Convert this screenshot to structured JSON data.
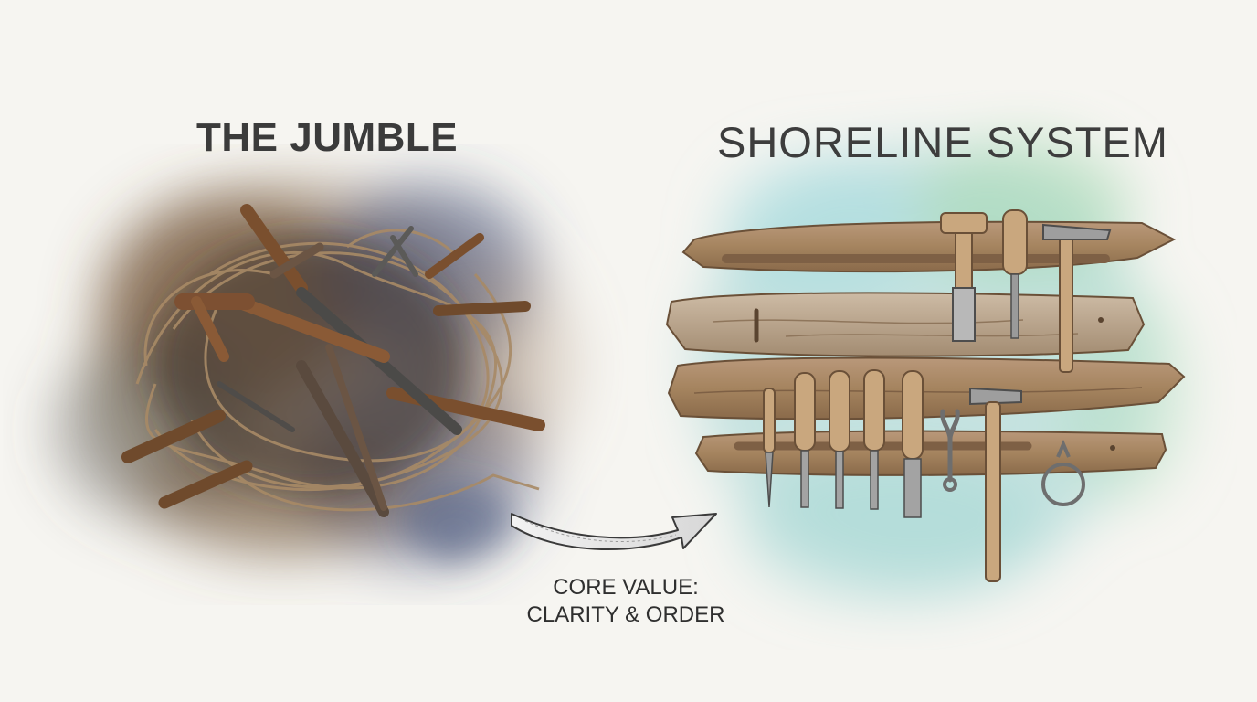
{
  "left_panel": {
    "title": "THE JUMBLE",
    "icon": "tangled-tools-and-rope-icon"
  },
  "right_panel": {
    "title": "SHORELINE SYSTEM",
    "icon": "organized-tool-rack-icon"
  },
  "transition": {
    "icon": "curved-arrow-icon",
    "caption_line1": "CORE VALUE:",
    "caption_line2": "CLARITY & ORDER"
  },
  "colors": {
    "background": "#f6f5f1",
    "chaos_brown": "#6e5030",
    "chaos_navy": "#3e4a72",
    "calm_teal": "#9dd4d2",
    "calm_green": "#a6d9b4",
    "driftwood": "#a78661",
    "rust": "#8a5a36"
  }
}
